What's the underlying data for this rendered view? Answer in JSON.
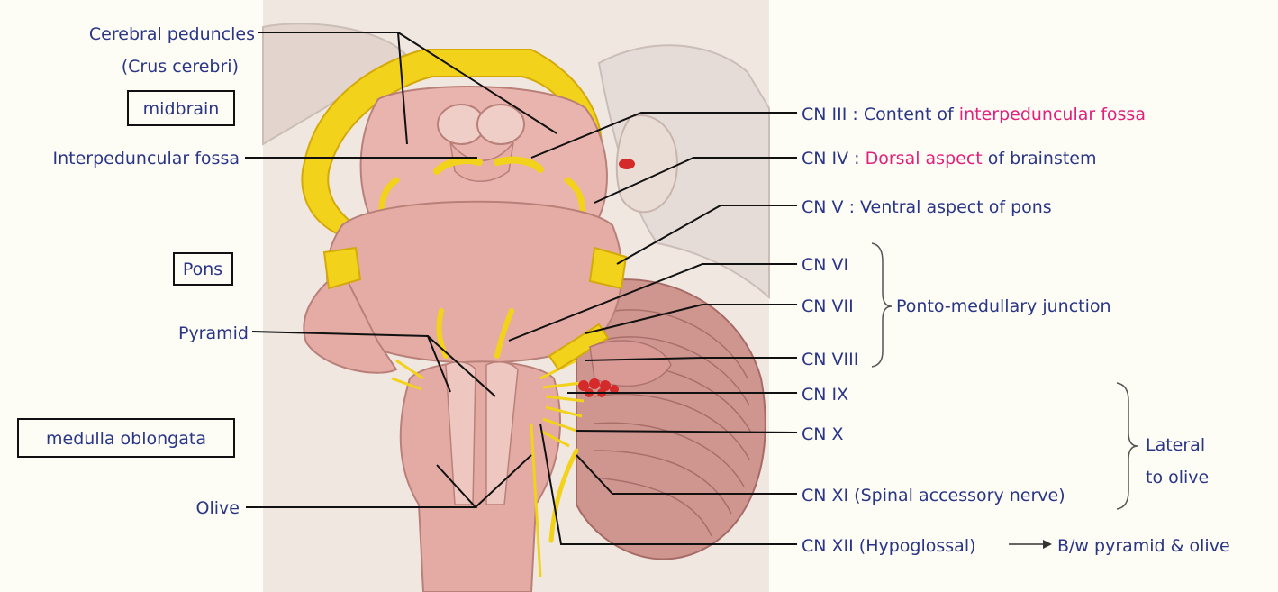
{
  "colors": {
    "background": "#fdfdf6",
    "label_text": "#2a3585",
    "highlight_text": "#e0207a",
    "nerve_yellow": "#f2d21b",
    "brainstem_pink": "#e0a9a4",
    "cerebellum": "#cf958f"
  },
  "left_labels": {
    "cerebral_peduncles": "Cerebral peduncles",
    "crus_cerebri": "(Crus cerebri)",
    "midbrain": "midbrain",
    "interpeduncular_fossa": "Interpeduncular fossa",
    "pons": "Pons",
    "pyramid": "Pyramid",
    "medulla_oblongata": "medulla oblongata",
    "olive": "Olive"
  },
  "nerves": {
    "cn3": {
      "name": "CN III",
      "sep": " : ",
      "desc_a": "Content of ",
      "desc_b": "interpeduncular fossa"
    },
    "cn4": {
      "name": "CN IV",
      "sep": " : ",
      "desc_a": "Dorsal aspect",
      "desc_b": " of brainstem"
    },
    "cn5": {
      "name": "CN V",
      "sep": " : ",
      "desc": "Ventral aspect of pons"
    },
    "cn6": "CN VI",
    "cn7": "CN VII",
    "cn8": "CN VIII",
    "cn9": "CN IX",
    "cn10": "CN X",
    "cn11": "CN XI (Spinal accessory nerve)",
    "cn12": "CN XII (Hypoglossal)",
    "cn12_note": "B/w pyramid & olive"
  },
  "groups": {
    "ponto_medullary": "Ponto-medullary junction",
    "lateral_line1": "Lateral",
    "lateral_line2": "to olive"
  }
}
